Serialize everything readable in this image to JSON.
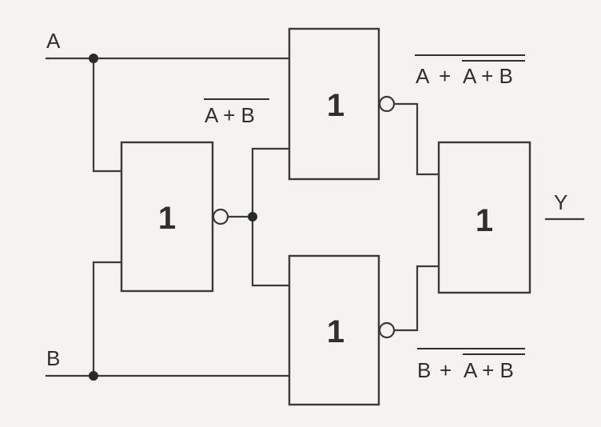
{
  "inputs": {
    "a": "A",
    "b": "B"
  },
  "output": {
    "y": "Y"
  },
  "gates": {
    "left": "1",
    "top": "1",
    "bottom": "1",
    "right": "1"
  },
  "expressions": {
    "left_out": "A + B",
    "top_out_inner_a": "A",
    "top_out_plus1": "+",
    "top_out_inner_b": "A + B",
    "bottom_out_inner_b": "B",
    "bottom_out_plus1": "+",
    "bottom_out_inner_a": "A + B"
  }
}
